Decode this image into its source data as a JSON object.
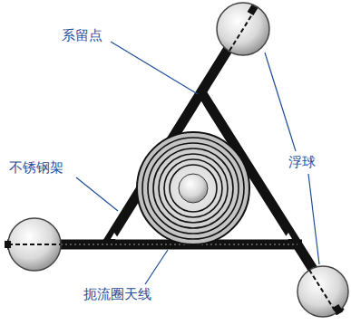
{
  "diagram": {
    "labels": [
      "系留点",
      "浮球",
      "不锈钢架",
      "扼流圈天线"
    ]
  }
}
